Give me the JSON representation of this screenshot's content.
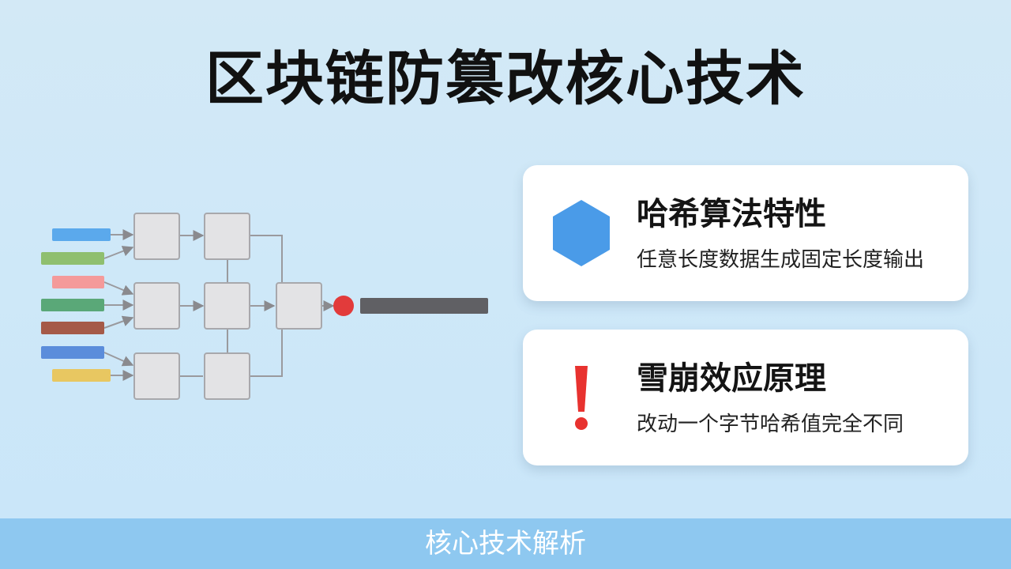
{
  "title": "区块链防篡改核心技术",
  "cards": [
    {
      "icon": "hexagon-icon",
      "title": "哈希算法特性",
      "desc": "任意长度数据生成固定长度输出",
      "accent": "#4a9be8"
    },
    {
      "icon": "exclamation-icon",
      "title": "雪崩效应原理",
      "desc": "改动一个字节哈希值完全不同",
      "accent": "#e8322f"
    }
  ],
  "diagram": {
    "input_colors": [
      "#5ba9ec",
      "#8fbf6f",
      "#f49a9a",
      "#5aa878",
      "#a55a48",
      "#5b8ddb",
      "#e8c761"
    ],
    "node_fill": "#e3e3e5",
    "node_stroke": "#a8a8ac",
    "connector_color": "#9a9a9e",
    "output_dot_color": "#e23b3b",
    "output_bar_color": "#606064"
  },
  "footer": {
    "caption": "核心技术解析",
    "color": "#8ec8f0"
  }
}
